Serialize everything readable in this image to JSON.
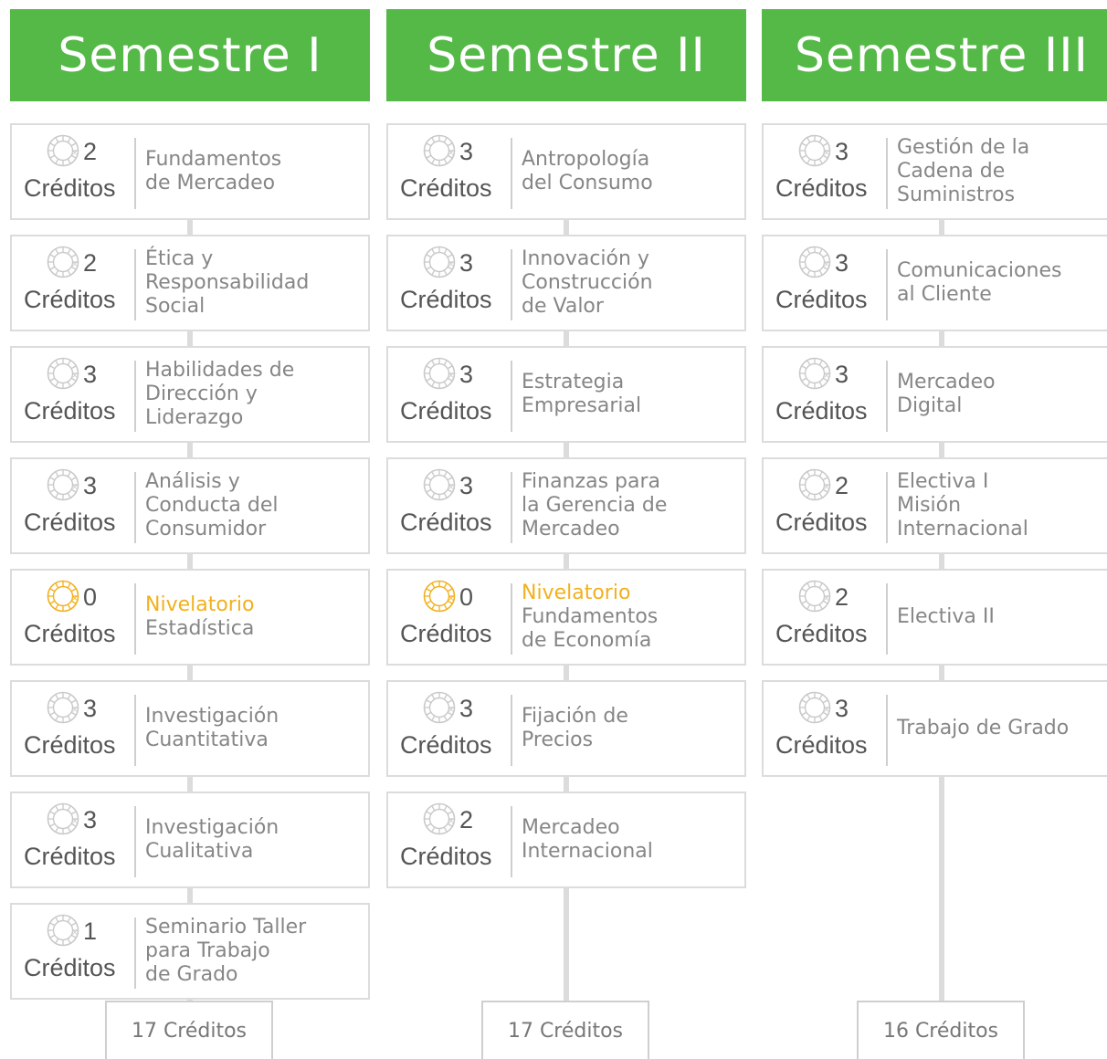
{
  "colors": {
    "header_bg": "#55b947",
    "header_text": "#ffffff",
    "border": "#dcdcdc",
    "text": "#868686",
    "accent": "#f2b01e"
  },
  "credits_suffix": "Créditos",
  "semesters": [
    {
      "title": "Semestre I",
      "total": "17 Créditos",
      "courses": [
        {
          "credits": "2",
          "name": "Fundamentos\nde Mercadeo",
          "tag": "",
          "icon": "coin-icon",
          "highlight": false
        },
        {
          "credits": "2",
          "name": "Ética y\nResponsabilidad\nSocial",
          "tag": "",
          "icon": "coin-icon",
          "highlight": false
        },
        {
          "credits": "3",
          "name": "Habilidades de\nDirección y\nLiderazgo",
          "tag": "",
          "icon": "coin-icon",
          "highlight": false
        },
        {
          "credits": "3",
          "name": "Análisis y\nConducta del\nConsumidor",
          "tag": "",
          "icon": "coin-icon",
          "highlight": false
        },
        {
          "credits": "0",
          "name": "Estadística",
          "tag": "Nivelatorio",
          "icon": "coin-icon",
          "highlight": true
        },
        {
          "credits": "3",
          "name": "Investigación\nCuantitativa",
          "tag": "",
          "icon": "coin-icon",
          "highlight": false
        },
        {
          "credits": "3",
          "name": "Investigación\nCualitativa",
          "tag": "",
          "icon": "coin-icon",
          "highlight": false
        },
        {
          "credits": "1",
          "name": "Seminario Taller\npara Trabajo\nde Grado",
          "tag": "",
          "icon": "coin-icon",
          "highlight": false
        }
      ]
    },
    {
      "title": "Semestre II",
      "total": "17 Créditos",
      "courses": [
        {
          "credits": "3",
          "name": "Antropología\ndel Consumo",
          "tag": "",
          "icon": "coin-icon",
          "highlight": false
        },
        {
          "credits": "3",
          "name": "Innovación y\nConstrucción\nde Valor",
          "tag": "",
          "icon": "coin-icon",
          "highlight": false
        },
        {
          "credits": "3",
          "name": "Estrategia\nEmpresarial",
          "tag": "",
          "icon": "coin-icon",
          "highlight": false
        },
        {
          "credits": "3",
          "name": "Finanzas para\nla Gerencia de\nMercadeo",
          "tag": "",
          "icon": "coin-icon",
          "highlight": false
        },
        {
          "credits": "0",
          "name": "Fundamentos\nde Economía",
          "tag": "Nivelatorio",
          "icon": "coin-icon",
          "highlight": true
        },
        {
          "credits": "3",
          "name": "Fijación de\nPrecios",
          "tag": "",
          "icon": "coin-icon",
          "highlight": false
        },
        {
          "credits": "2",
          "name": "Mercadeo\nInternacional",
          "tag": "",
          "icon": "coin-icon",
          "highlight": false
        }
      ]
    },
    {
      "title": "Semestre III",
      "total": "16 Créditos",
      "courses": [
        {
          "credits": "3",
          "name": "Gestión de la\nCadena de\nSuministros",
          "tag": "",
          "icon": "coin-icon",
          "highlight": false
        },
        {
          "credits": "3",
          "name": "Comunicaciones\nal Cliente",
          "tag": "",
          "icon": "coin-icon",
          "highlight": false
        },
        {
          "credits": "3",
          "name": "Mercadeo\nDigital",
          "tag": "",
          "icon": "coin-icon",
          "highlight": false
        },
        {
          "credits": "2",
          "name": "Electiva I\nMisión\nInternacional",
          "tag": "",
          "icon": "coin-icon",
          "highlight": false
        },
        {
          "credits": "2",
          "name": "Electiva II",
          "tag": "",
          "icon": "coin-icon",
          "highlight": false
        },
        {
          "credits": "3",
          "name": "Trabajo de Grado",
          "tag": "",
          "icon": "coin-icon",
          "highlight": false
        }
      ]
    }
  ]
}
